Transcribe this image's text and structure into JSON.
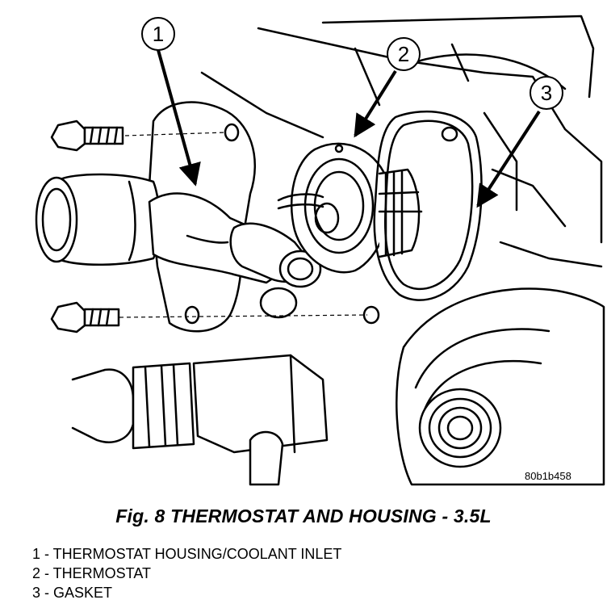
{
  "callouts": [
    "1",
    "2",
    "3"
  ],
  "image_id": "80b1b458",
  "caption": "Fig. 8 THERMOSTAT AND HOUSING - 3.5L",
  "legend": [
    "1 - THERMOSTAT HOUSING/COOLANT INLET",
    "2 - THERMOSTAT",
    "3 - GASKET"
  ]
}
